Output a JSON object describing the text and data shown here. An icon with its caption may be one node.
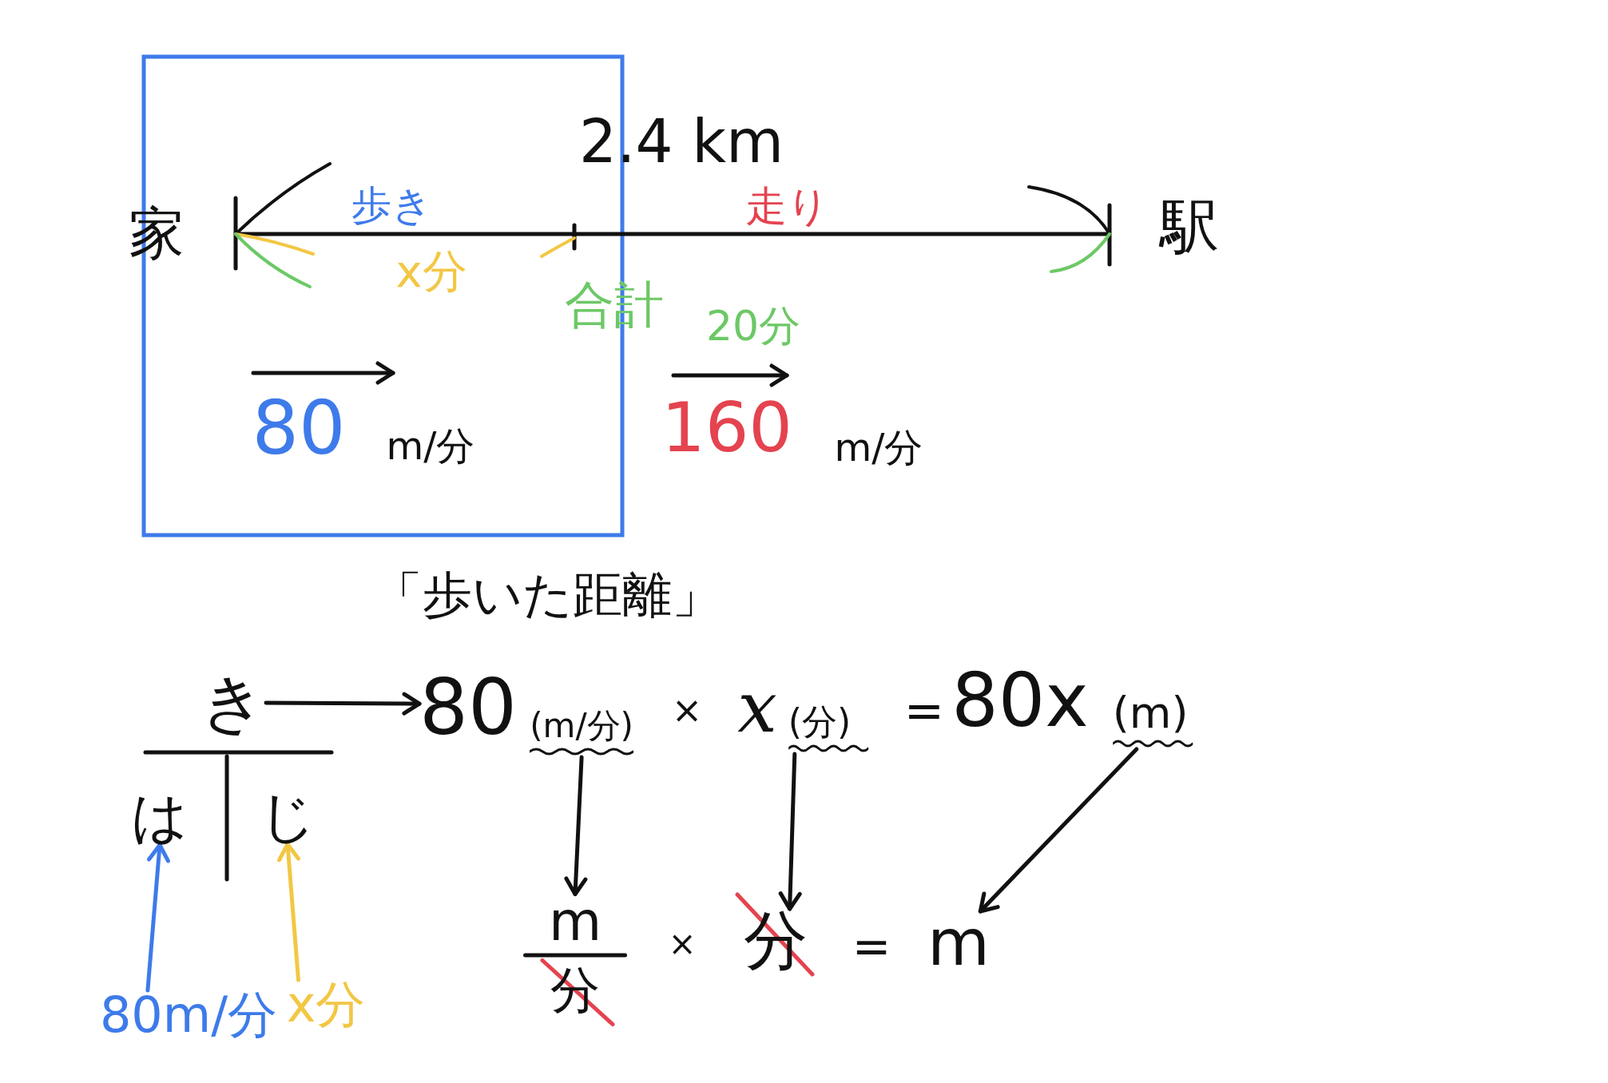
{
  "diagram": {
    "nodes": [
      {
        "text": [
          "き"
        ]
      },
      {
        "text": [
          "80",
          "(m/分)"
        ]
      },
      {
        "text": [
          "x",
          "(分)"
        ]
      },
      {
        "text": [
          "80x",
          "(m)"
        ]
      },
      {
        "text": [
          "は"
        ]
      },
      {
        "text": [
          "じ"
        ]
      },
      {
        "text": [
          "m",
          "分"
        ]
      },
      {
        "text": [
          "分"
        ]
      },
      {
        "text": [
          "m"
        ]
      },
      {
        "text": [
          "80m/分"
        ]
      },
      {
        "text": [
          "x分"
        ]
      }
    ],
    "edges": [
      {
        "from": 0,
        "to": 1,
        "arrow": "to"
      },
      {
        "from": 1,
        "to": 6,
        "arrow": "to"
      },
      {
        "from": 2,
        "to": 7,
        "arrow": "to"
      },
      {
        "from": 3,
        "to": 8,
        "arrow": "to"
      },
      {
        "from": 9,
        "to": 4,
        "arrow": "to",
        "color": "#3e7bea"
      },
      {
        "from": 10,
        "to": 5,
        "arrow": "to",
        "color": "#f2c744"
      }
    ],
    "labels": [
      "2.4 km",
      "家",
      "歩き",
      "走り",
      "駅",
      "x分",
      "合計",
      "20分",
      "80",
      "m/分",
      "160",
      "m/分",
      "「歩いた距離」",
      "×",
      "=",
      "×",
      "="
    ]
  }
}
